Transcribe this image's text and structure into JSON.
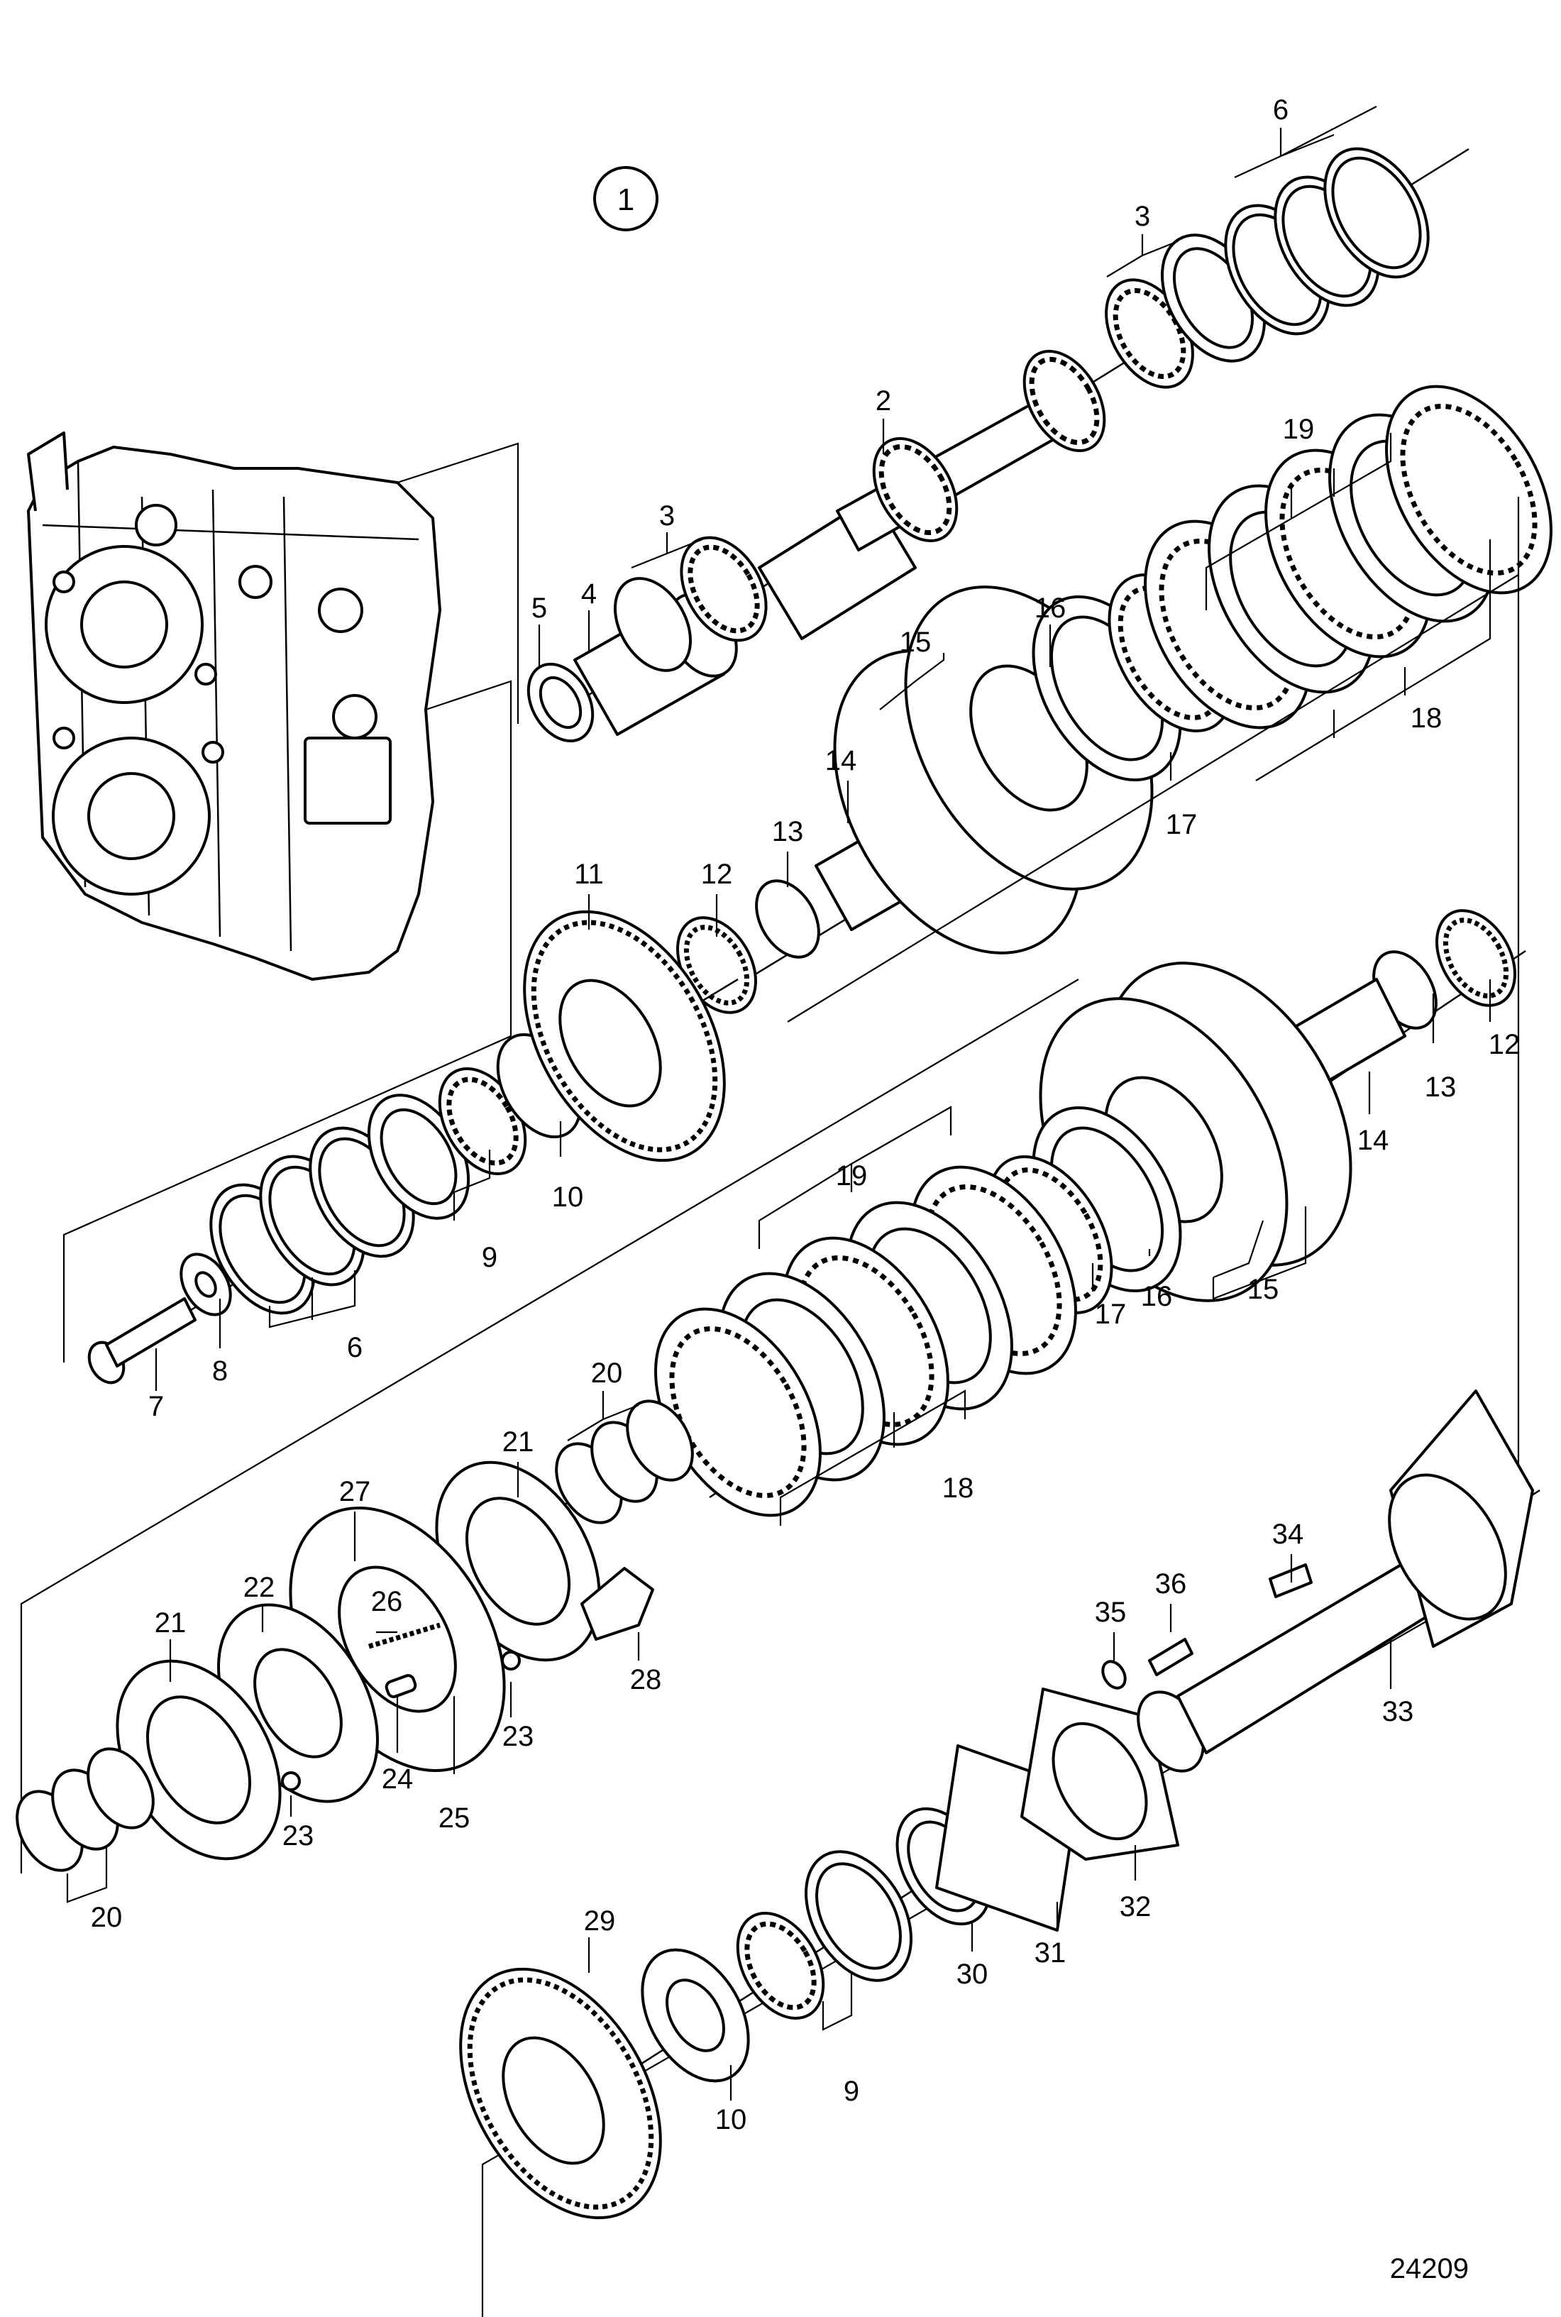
{
  "figure": {
    "number": "1",
    "reference": "24209"
  },
  "callouts": [
    {
      "id": "c2",
      "label": "2"
    },
    {
      "id": "c3a",
      "label": "3"
    },
    {
      "id": "c3b",
      "label": "3"
    },
    {
      "id": "c4",
      "label": "4"
    },
    {
      "id": "c5",
      "label": "5"
    },
    {
      "id": "c6a",
      "label": "6"
    },
    {
      "id": "c6b",
      "label": "6"
    },
    {
      "id": "c7",
      "label": "7"
    },
    {
      "id": "c8",
      "label": "8"
    },
    {
      "id": "c9a",
      "label": "9"
    },
    {
      "id": "c9b",
      "label": "9"
    },
    {
      "id": "c10a",
      "label": "10"
    },
    {
      "id": "c10b",
      "label": "10"
    },
    {
      "id": "c11",
      "label": "11"
    },
    {
      "id": "c12a",
      "label": "12"
    },
    {
      "id": "c12b",
      "label": "12"
    },
    {
      "id": "c13a",
      "label": "13"
    },
    {
      "id": "c13b",
      "label": "13"
    },
    {
      "id": "c14a",
      "label": "14"
    },
    {
      "id": "c14b",
      "label": "14"
    },
    {
      "id": "c15a",
      "label": "15"
    },
    {
      "id": "c15b",
      "label": "15"
    },
    {
      "id": "c16a",
      "label": "16"
    },
    {
      "id": "c16b",
      "label": "16"
    },
    {
      "id": "c17a",
      "label": "17"
    },
    {
      "id": "c17b",
      "label": "17"
    },
    {
      "id": "c18a",
      "label": "18"
    },
    {
      "id": "c18b",
      "label": "18"
    },
    {
      "id": "c19a",
      "label": "19"
    },
    {
      "id": "c19b",
      "label": "19"
    },
    {
      "id": "c20a",
      "label": "20"
    },
    {
      "id": "c20b",
      "label": "20"
    },
    {
      "id": "c21a",
      "label": "21"
    },
    {
      "id": "c21b",
      "label": "21"
    },
    {
      "id": "c22",
      "label": "22"
    },
    {
      "id": "c23a",
      "label": "23"
    },
    {
      "id": "c23b",
      "label": "23"
    },
    {
      "id": "c24",
      "label": "24"
    },
    {
      "id": "c25",
      "label": "25"
    },
    {
      "id": "c26",
      "label": "26"
    },
    {
      "id": "c27",
      "label": "27"
    },
    {
      "id": "c28",
      "label": "28"
    },
    {
      "id": "c29",
      "label": "29"
    },
    {
      "id": "c30",
      "label": "30"
    },
    {
      "id": "c31",
      "label": "31"
    },
    {
      "id": "c32",
      "label": "32"
    },
    {
      "id": "c33",
      "label": "33"
    },
    {
      "id": "c34",
      "label": "34"
    },
    {
      "id": "c35",
      "label": "35"
    },
    {
      "id": "c36",
      "label": "36"
    }
  ]
}
